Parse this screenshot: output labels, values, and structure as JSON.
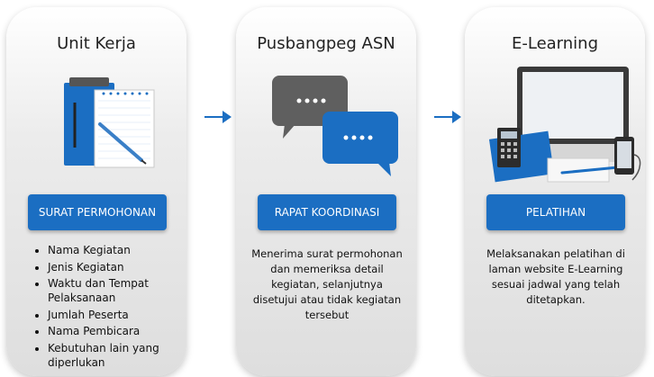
{
  "steps": [
    {
      "title": "Unit Kerja",
      "button": "SURAT PERMOHONAN",
      "items": [
        "Nama Kegiatan",
        "Jenis Kegiatan",
        "Waktu dan Tempat Pelaksanaan",
        "Jumlah Peserta",
        "Nama Pembicara",
        "Kebutuhan lain yang diperlukan"
      ]
    },
    {
      "title": "Pusbangpeg ASN",
      "button": "RAPAT KOORDINASI",
      "description": "Menerima surat permohonan dan memeriksa detail kegiatan, selanjutnya disetujui atau tidak kegiatan tersebut"
    },
    {
      "title": "E-Learning",
      "button": "PELATIHAN",
      "description": "Melaksanakan pelatihan di laman website E-Learning sesuai jadwal yang telah ditetapkan."
    }
  ],
  "colors": {
    "accent": "#1b6ec2",
    "card": "#e6e6e6",
    "dark_bubble": "#5f5f5f"
  },
  "icons": [
    "clipboard-notepad-pen-icon",
    "chat-bubbles-icon",
    "laptop-calculator-phone-icon",
    "arrow-right-icon"
  ]
}
